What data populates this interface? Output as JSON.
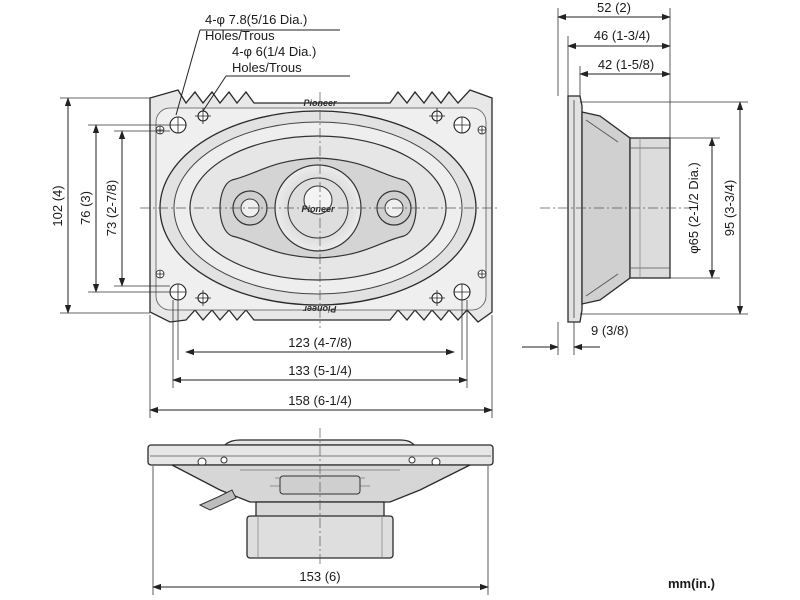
{
  "labels": {
    "hole_large_line1": "4-φ 7.8(5/16 Dia.)",
    "hole_large_line2": "Holes/Trous",
    "hole_small_line1": "4-φ 6(1/4 Dia.)",
    "hole_small_line2": "Holes/Trous",
    "brand_top": "Pioneer",
    "brand_bottom": "Pioneer",
    "brand_center": "Pioneer"
  },
  "dimensions": {
    "front_width_123": "123 (4-7/8)",
    "front_width_133": "133 (5-1/4)",
    "front_width_158": "158 (6-1/4)",
    "front_height_102": "102 (4)",
    "front_height_76": "76 (3)",
    "front_height_73": "73 (2-7/8)",
    "side_depth_52": "52 (2)",
    "side_depth_46": "46 (1-3/4)",
    "side_depth_42": "42 (1-5/8)",
    "side_flange_9": "9 (3/8)",
    "side_magnet_65": "φ65 (2-1/2 Dia.)",
    "side_height_95": "95 (3-3/4)",
    "bottom_width_153": "153 (6)"
  },
  "units_label": "mm(in.)",
  "colors": {
    "panel": "#e6e6e6",
    "panel_dark": "#c9c9c9",
    "line": "#222222",
    "magnet": "#d9d9d9"
  }
}
